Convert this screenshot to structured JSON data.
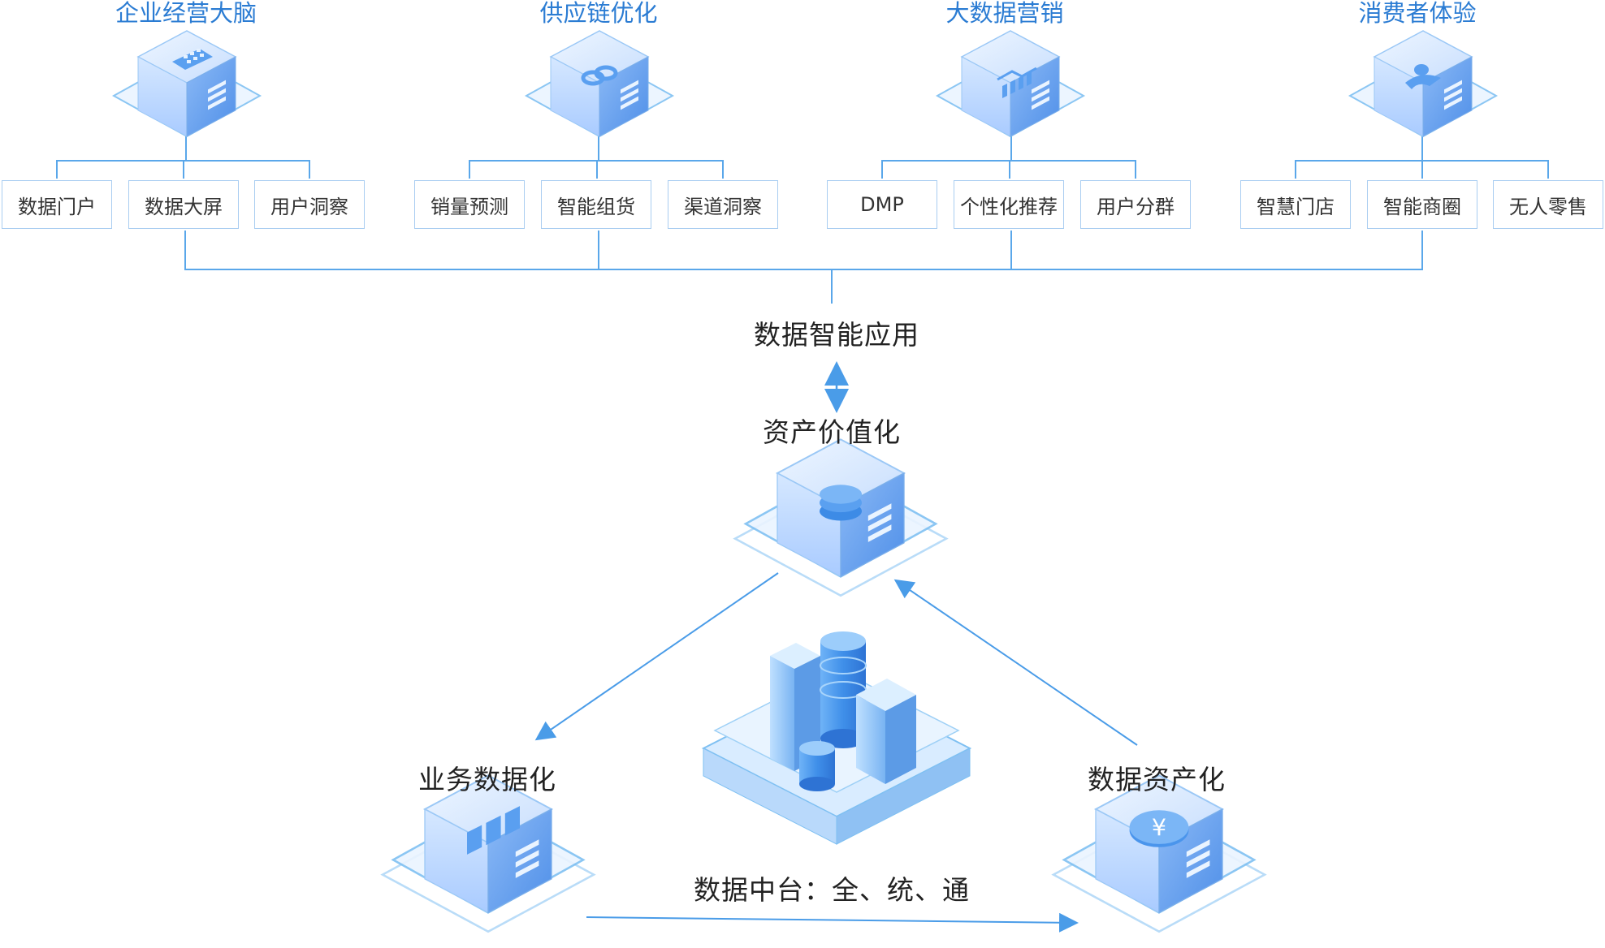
{
  "categories": [
    {
      "title": "企业经营大脑",
      "icon": "building-icon",
      "items": [
        "数据门户",
        "数据大屏",
        "用户洞察"
      ]
    },
    {
      "title": "供应链优化",
      "icon": "chain-link-icon",
      "items": [
        "销量预测",
        "智能组货",
        "渠道洞察"
      ]
    },
    {
      "title": "大数据营销",
      "icon": "bar-chart-icon",
      "items": [
        "DMP",
        "个性化推荐",
        "用户分群"
      ]
    },
    {
      "title": "消费者体验",
      "icon": "user-icon",
      "items": [
        "智慧门店",
        "智能商圈",
        "无人零售"
      ]
    }
  ],
  "center": {
    "application_label": "数据智能应用",
    "value_label": "资产价值化",
    "value_icon": "coin-stack-icon",
    "platform_icon": "data-center-icon",
    "platform_label": "数据中台：全、统、通"
  },
  "cycle": {
    "left_label": "业务数据化",
    "left_icon": "server-rack-icon",
    "right_label": "数据资产化",
    "right_icon": "yen-coin-icon"
  },
  "colors": {
    "accent": "#2b7cd3",
    "line": "#5aa7ea",
    "box_border": "#a9cdf1",
    "cube_top": "#dcecff",
    "cube_left": "#c9e0ff",
    "cube_right": "#7fb4f4"
  }
}
